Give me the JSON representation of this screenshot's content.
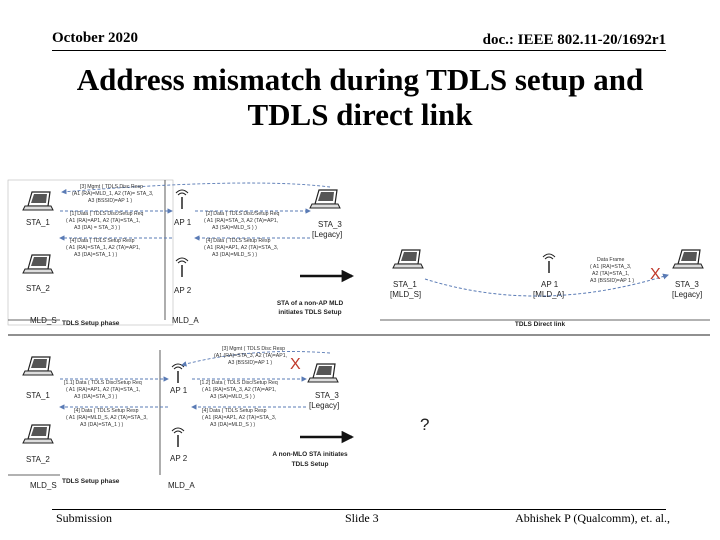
{
  "header": {
    "date": "October 2020",
    "doc_id": "doc.: IEEE 802.11-20/1692r1"
  },
  "title": {
    "line1": "Address mismatch during TDLS setup and",
    "line2": "TDLS direct link"
  },
  "footer": {
    "left": "Submission",
    "center": "Slide 3",
    "right": "Abhishek P (Qualcomm), et. al.,"
  },
  "diagram_top": {
    "sta1": "STA_1",
    "sta2": "STA_2",
    "ap1": "AP 1",
    "ap2": "AP 2",
    "sta3": "STA_3",
    "legacy": "[Legacy]",
    "mld_s": "MLD_S",
    "mld_a": "MLD_A",
    "phase": "TDLS Setup phase",
    "msg1": "[3] Mgmt ( TDLS Disc Resp",
    "msg1b": "(A1 (RA)=MLD_1, A2 (TA)= STA_3,",
    "msg1c": "A3 (BSSID)=AP 1 )",
    "msg2": "[1] Data ( TDLS Disc/Setup Req",
    "msg2b": "( A1 (RA)=AP1, A2 (TA)=STA_1,",
    "msg2c": "A3 (DA) = STA_3 ) )",
    "msg3": "[2] Data ( TDLS Disc/Setup Req",
    "msg3b": "( A1 (RA)=STA_3, A2 (TA)=AP1,",
    "msg3c": "A3 (SA)=MLD_S ) )",
    "msg4": "[4] Data ( TDLS Setup Resp",
    "msg4b": "( A1 (RA)=STA_1, A2 (TA)=AP1,",
    "msg4c": "A3 (DA)=STA_1 ) )",
    "msg5": "[4] Data ( TDLS Setup Resp",
    "msg5b": "( A1 (RA)=AP1, A2 (TA)=STA_3,",
    "msg5c": "A3 (DA)=MLD_S ) )",
    "caption1": "STA of a non-AP MLD",
    "caption2": "initiates TDLS Setup",
    "right_sta1": "STA_1",
    "right_mld_s": "[MLD_S]",
    "right_ap1": "AP 1",
    "right_mld_a": "[MLD_A]",
    "right_sta3": "STA_3",
    "right_legacy": "[Legacy]",
    "frame1": "Data Frame",
    "frame2": "( A1 (RA)=STA_3,",
    "frame3": "A2 (TA)=STA_1,",
    "frame4": "A3 (BSSID)=AP 1 )",
    "direct": "TDLS Direct link",
    "x_mark": "X"
  },
  "diagram_bottom": {
    "sta1": "STA_1",
    "sta2": "STA_2",
    "ap1": "AP 1",
    "ap2": "AP 2",
    "sta3": "STA_3",
    "legacy": "[Legacy]",
    "mld_s": "MLD_S",
    "mld_a": "MLD_A",
    "phase": "TDLS Setup phase",
    "msg1": "[3] Mgmt ( TDLS Disc Resp",
    "msg1b": "(A1 (RA)=STA_3, A2 (TA)=AP1,",
    "msg1c": "A3 (BSSID)=AP 1 )",
    "msg2": "[1.1] Data ( TDLS Disc/Setup Req",
    "msg2b": "( A1 (RA)=AP1, A2 (TA)=STA_1,",
    "msg2c": "A3 (DA)=STA_3 ) )",
    "msg3": "[1.2] Data ( TDLS Disc/Setup Req",
    "msg3b": "( A1 (RA)=STA_3, A2 (TA)=AP1,",
    "msg3c": "A3 (SA)=MLD_S ) )",
    "msg4": "[4] Data ( TDLS Setup Resp",
    "msg4b": "( A1 (RA)=MLD_S, A2 (TA)=STA_3,",
    "msg4c": "A3 (DA)=STA_1 ) )",
    "msg5": "[4] Data ( TDLS Setup Resp",
    "msg5b": "( A1 (RA)=AP1, A2 (TA)=STA_3,",
    "msg5c": "A3 (DA)=MLD_S ) )",
    "caption1": "A non-MLO STA initiates",
    "caption2": "TDLS Setup",
    "question": "?",
    "x_mark": "X"
  }
}
